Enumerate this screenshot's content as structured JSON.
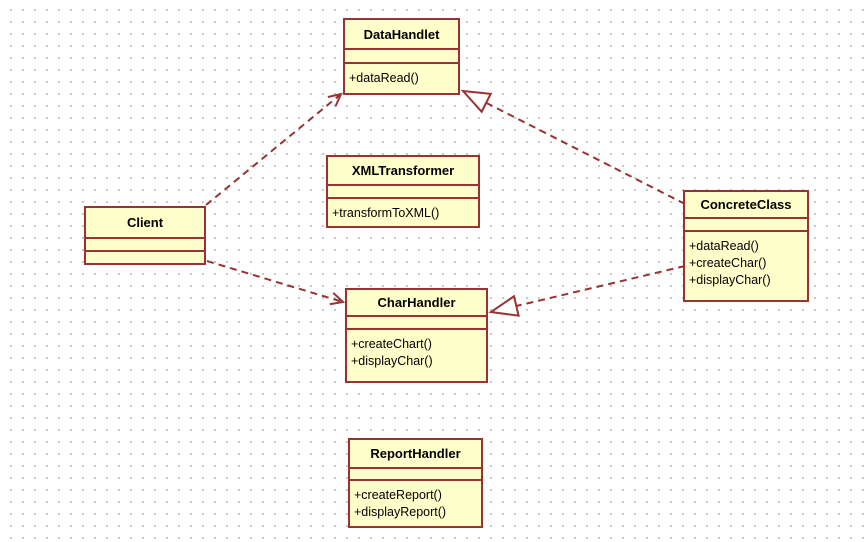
{
  "diagram": {
    "tool_hint": "UML class diagram",
    "colors": {
      "box_fill": "#ffffcc",
      "box_border": "#993333",
      "connector": "#993333",
      "background_dots": "#c6c6c6",
      "text": "#000000"
    },
    "classes": [
      {
        "name": "DataHandlet",
        "methods": [
          "+dataRead()"
        ]
      },
      {
        "name": "XMLTransformer",
        "methods": [
          "+transformToXML()"
        ]
      },
      {
        "name": "Client",
        "methods": []
      },
      {
        "name": "ConcreteClass",
        "methods": [
          "+dataRead()",
          "+createChar()",
          "+displayChar()"
        ]
      },
      {
        "name": "CharHandler",
        "methods": [
          "+createChart()",
          "+displayChar()"
        ]
      },
      {
        "name": "ReportHandler",
        "methods": [
          "+createReport()",
          "+displayReport()"
        ]
      }
    ],
    "relations": [
      {
        "from": "Client",
        "to": "DataHandlet",
        "type": "dependency",
        "line": "dashed"
      },
      {
        "from": "Client",
        "to": "CharHandler",
        "type": "dependency",
        "line": "dashed"
      },
      {
        "from": "ConcreteClass",
        "to": "DataHandlet",
        "type": "realization",
        "line": "dashed"
      },
      {
        "from": "ConcreteClass",
        "to": "CharHandler",
        "type": "realization",
        "line": "dashed"
      }
    ]
  }
}
